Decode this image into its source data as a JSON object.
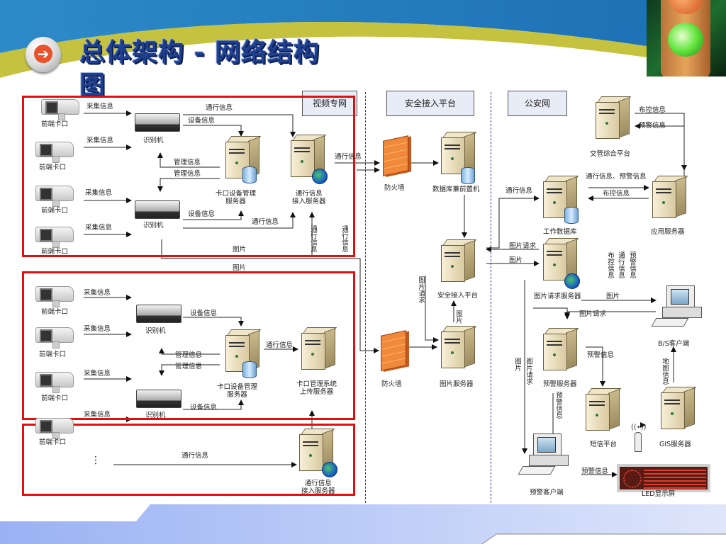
{
  "slide": {
    "title": "总体架构 - 网络结构图",
    "arrow_icon": "right-arrow-icon",
    "decor_image": "traffic-light-image"
  },
  "zones": [
    {
      "label": "视频专网"
    },
    {
      "label": "安全接入平台"
    },
    {
      "label": "公安网"
    }
  ],
  "video_network": {
    "camera_label": "前端卡口",
    "recognizer_label": "识别机",
    "collect_info": "采集信息",
    "device_info": "设备信息",
    "mgmt_info": "管理信息",
    "traffic_info": "通行信息",
    "picture": "图片",
    "device_mgmt_server": "卡口设备管理\n服务器",
    "access_server": "通行信息\n接入服务器",
    "upload_server": "卡口管理系统\n上传服务器",
    "ellipsis": "⋮"
  },
  "security_platform": {
    "firewall_label": "防火墙",
    "front_db": "数据库兼前置机",
    "access_platform": "安全接入平台",
    "picture_server": "图片服务器",
    "picture_request": "图片请求",
    "picture": "图片"
  },
  "police_network": {
    "traffic_platform": "交管综合平台",
    "deploy_info": "布控信息",
    "alert_info": "预警信息",
    "work_db": "工作数据库",
    "app_server": "应用服务器",
    "traffic_alert_info": "通行信息、预警信息",
    "traffic_info": "通行信息",
    "picture_request": "图片请求",
    "picture": "图片",
    "picture_req_server": "图片请求服务器",
    "bs_client": "B/S客户端",
    "alert_server": "预警服务器",
    "sms_platform": "短信平台",
    "gis_server": "GIS服务器",
    "alert_client": "预警客户端",
    "led_screen": "LED显示屏",
    "map_info": "地图信息"
  }
}
